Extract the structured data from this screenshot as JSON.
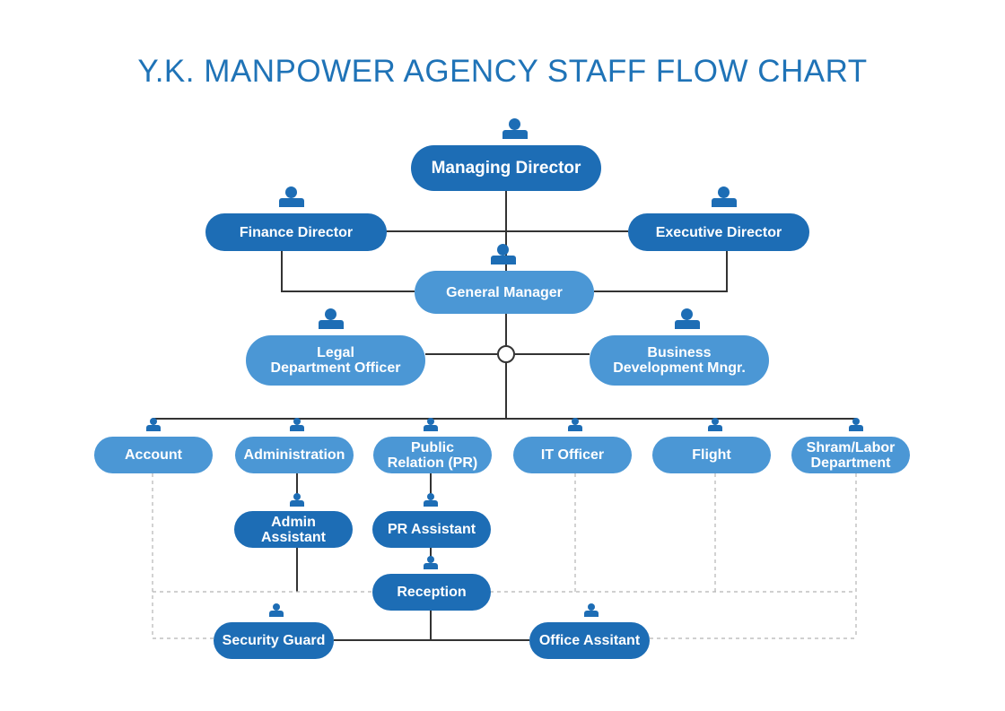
{
  "title": "Y.K. MANPOWER AGENCY STAFF FLOW CHART",
  "colors": {
    "title": "#1f73b7",
    "node_dark": "#1d6db5",
    "node_light": "#4b97d5",
    "connector": "#333333",
    "dashed_connector": "#b5b5b5"
  },
  "icons": {
    "person": "person-icon",
    "hub": "junction-circle"
  },
  "nodes": {
    "managing_director": "Managing Director",
    "finance_director": "Finance Director",
    "executive_director": "Executive Director",
    "general_manager": "General Manager",
    "legal_officer": "Legal\nDepartment Officer",
    "business_dev": "Business\nDevelopment Mngr.",
    "account": "Account",
    "administration": "Administration",
    "public_relation": "Public\nRelation (PR)",
    "it_officer": "IT Officer",
    "flight": "Flight",
    "shram_labor": "Shram/Labor\nDepartment",
    "admin_assistant": "Admin\nAssistant",
    "pr_assistant": "PR Assistant",
    "reception": "Reception",
    "security_guard": "Security Guard",
    "office_assistant": "Office Assitant"
  }
}
